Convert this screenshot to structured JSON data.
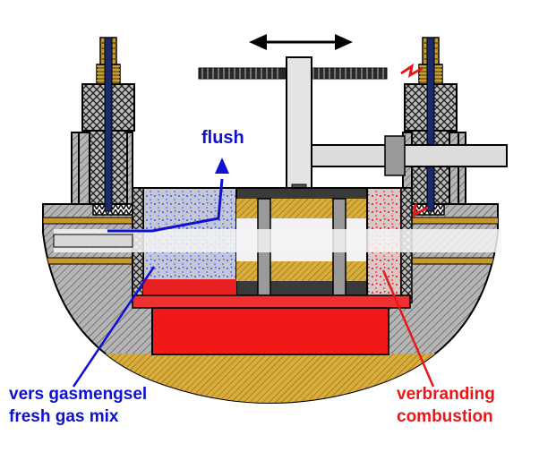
{
  "labels": {
    "flush": "flush",
    "fresh_nl": "vers gasmengsel",
    "fresh_en": "fresh gas mix",
    "combustion_nl": "verbranding",
    "combustion_en": "combustion"
  },
  "colors": {
    "fresh": "#1010d0",
    "combustion": "#e81818",
    "metal": "#a9a9a9",
    "brass": "#d4aa3a",
    "insulation": "#bfbfbf"
  }
}
